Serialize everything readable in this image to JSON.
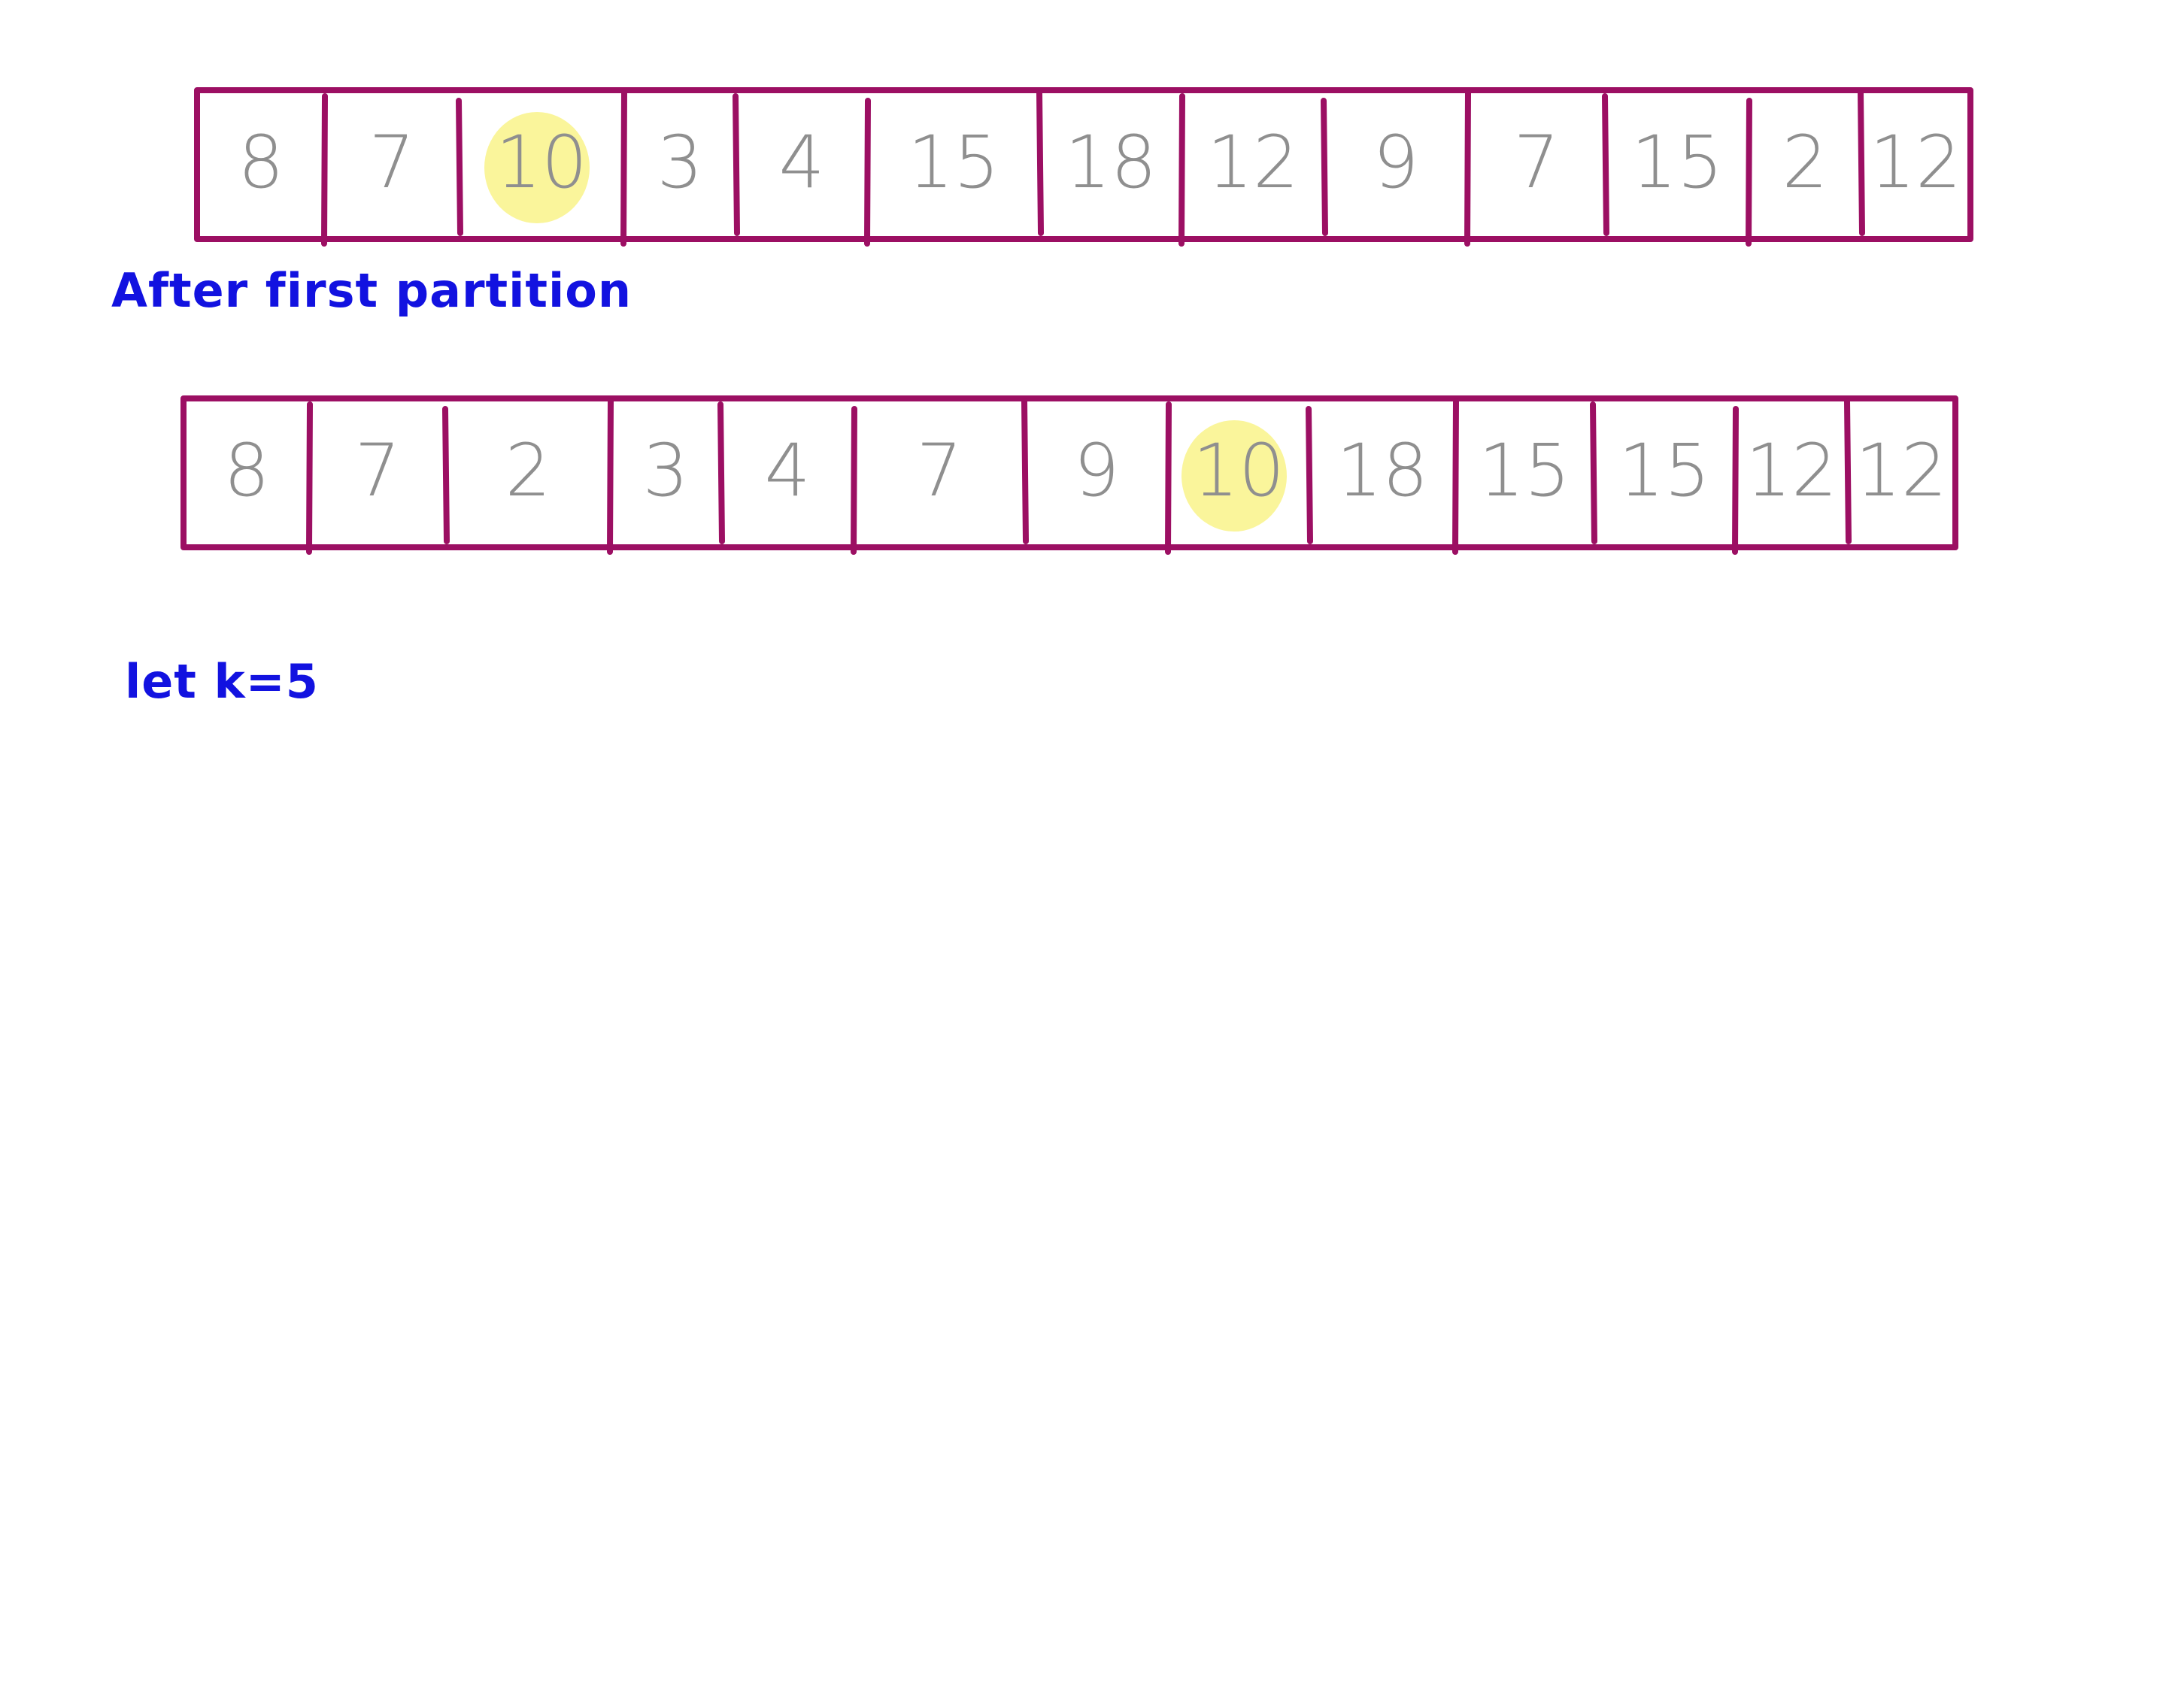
{
  "colors": {
    "box_stroke": "#9c0f63",
    "digit": "#8f8f8f",
    "highlight": "#f8f27a",
    "caption": "#1212e0",
    "background": "#ffffff"
  },
  "arrays": [
    {
      "id": "original-array",
      "cells": [
        "8",
        "7",
        "10",
        "3",
        "4",
        "15",
        "18",
        "12",
        "9",
        "7",
        "15",
        "2",
        "12"
      ],
      "highlighted_index": 2
    },
    {
      "id": "partitioned-array",
      "cells": [
        "8",
        "7",
        "2",
        "3",
        "4",
        "7",
        "9",
        "10",
        "18",
        "15",
        "15",
        "12",
        "12"
      ],
      "highlighted_index": 7
    }
  ],
  "captions": {
    "after_first_partition": "After first partition",
    "let_k": "let k=5"
  }
}
